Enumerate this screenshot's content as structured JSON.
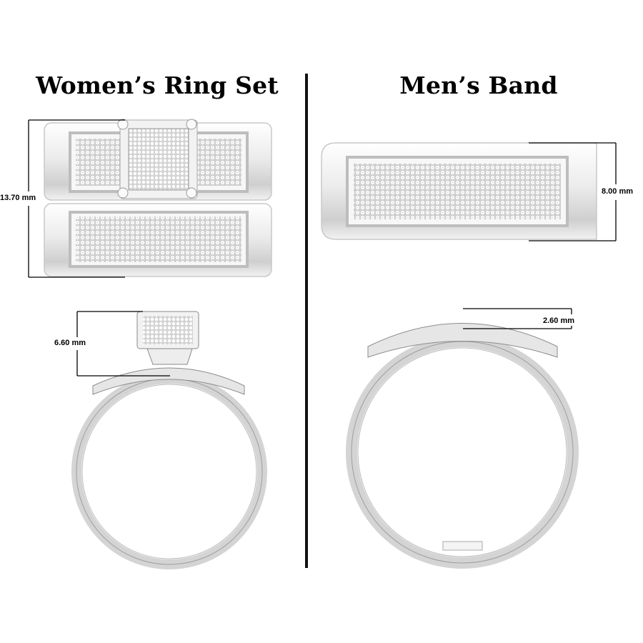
{
  "women": {
    "title": "Women’s Ring Set",
    "height_label": "13.70 mm",
    "setting_label": "6.60 mm"
  },
  "men": {
    "title": "Men’s Band",
    "width_label": "8.00 mm",
    "thickness_label": "2.60 mm"
  },
  "colors": {
    "metal_light": "#f4f4f4",
    "metal_mid": "#d9d9d9",
    "metal_dark": "#9a9a9a",
    "line": "#000000"
  }
}
